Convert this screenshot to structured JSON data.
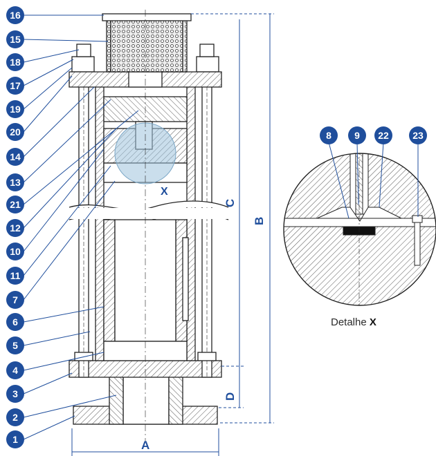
{
  "part_numbers": [
    "16",
    "15",
    "18",
    "17",
    "19",
    "20",
    "14",
    "13",
    "21",
    "12",
    "10",
    "11",
    "7",
    "6",
    "5",
    "4",
    "3",
    "2",
    "1"
  ],
  "detail_part_numbers": [
    "8",
    "9",
    "22",
    "23"
  ],
  "dimensions": {
    "A": "A",
    "B": "B",
    "C": "C",
    "D": "D"
  },
  "detail_marker": "X",
  "caption": {
    "text": "Detalhe",
    "marker": "X"
  },
  "colors": {
    "badge": "#1f4e9c",
    "dimension": "#1f4e9c",
    "line": "#222222",
    "hatch": "#555555"
  }
}
